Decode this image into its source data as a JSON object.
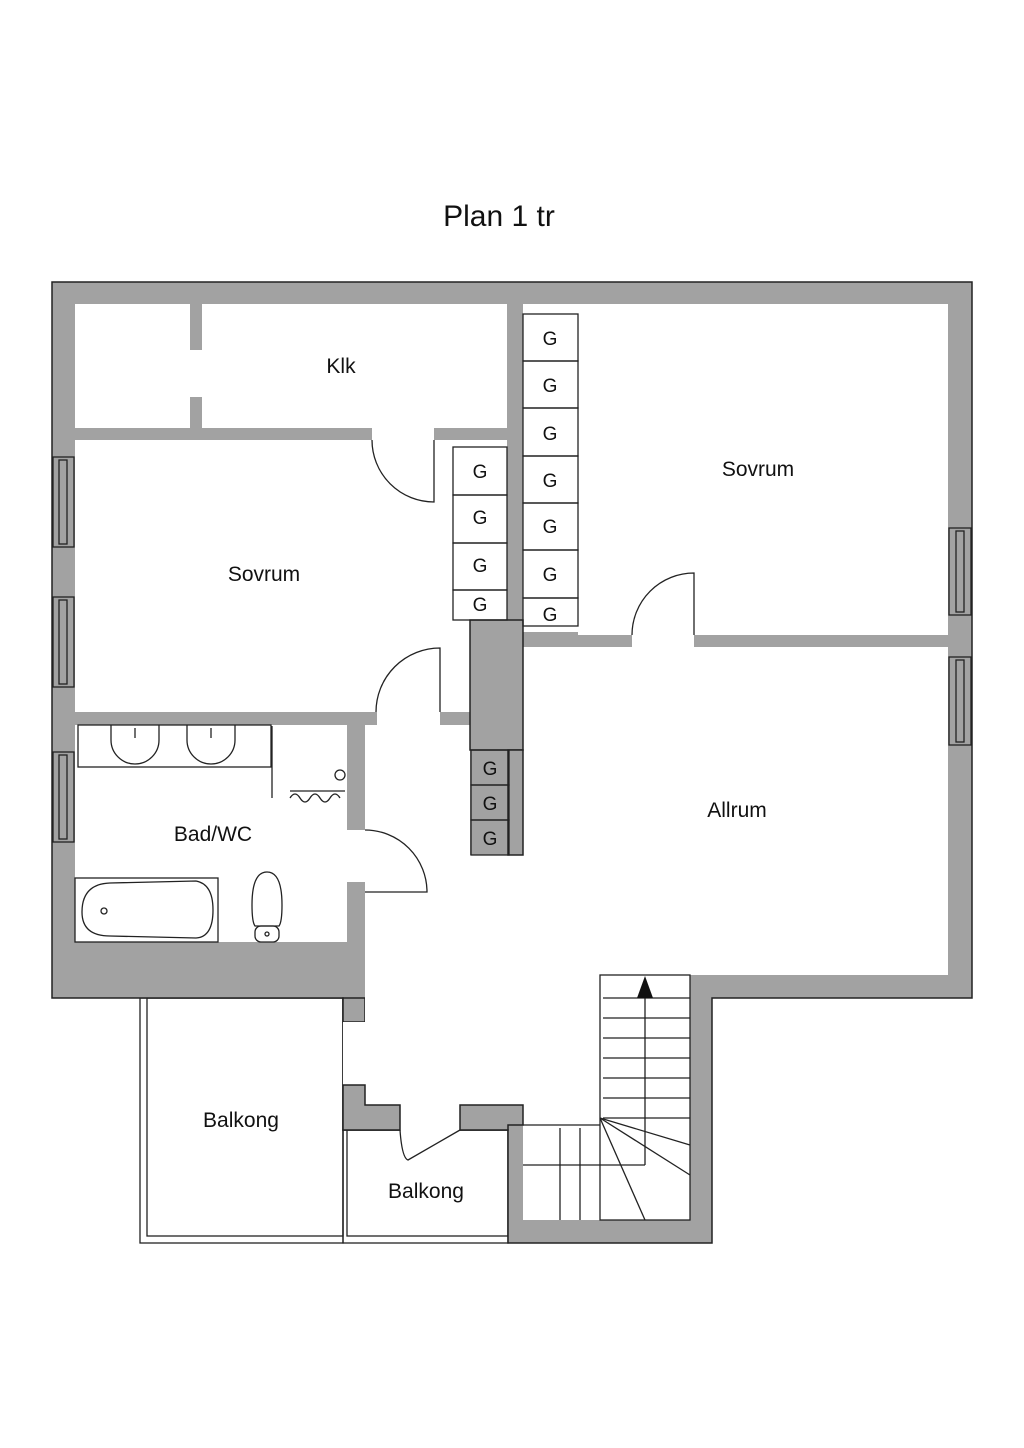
{
  "title": "Plan 1 tr",
  "rooms": {
    "klk": "Klk",
    "sovrum_left": "Sovrum",
    "sovrum_right": "Sovrum",
    "bad": "Bad/WC",
    "allrum": "Allrum",
    "balkong_left": "Balkong",
    "balkong_small": "Balkong"
  },
  "wardrobe_label": "G",
  "colors": {
    "wall": "#a2a2a2",
    "line": "#222222",
    "background": "#ffffff"
  }
}
